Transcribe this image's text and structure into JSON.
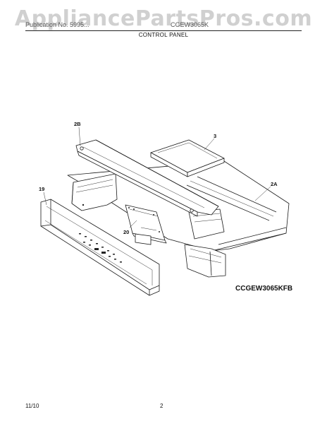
{
  "watermark": "AppliancePartsPros.com",
  "header": {
    "left": "Publication No. 5995...",
    "model": "CGEW3065K"
  },
  "section_title": "CONTROL PANEL",
  "callouts": {
    "c2B": "2B",
    "c3": "3",
    "c2A": "2A",
    "c19": "19",
    "c20": "20"
  },
  "model_code": "CCGEW3065KFB",
  "footer": {
    "date": "11/10",
    "page": "2"
  }
}
